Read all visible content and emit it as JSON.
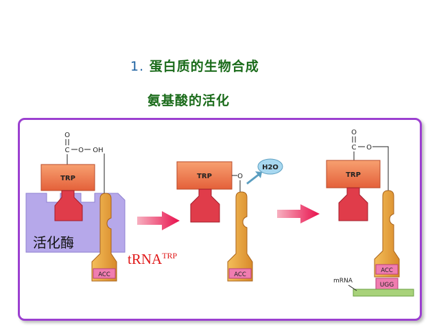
{
  "title": {
    "number": "1.",
    "text": "蛋白质的生物合成"
  },
  "subtitle": "氨基酸的活化",
  "labels": {
    "enzyme": "活化酶",
    "trna": "tRNA",
    "trna_sup": "TRP",
    "mrna": "mRNA",
    "water": "H2O",
    "trp": "TRP",
    "anticodon": "ACC",
    "codon": "UGG",
    "carbonyl_o": "O",
    "carboxyl_c": "C",
    "bond_o": "O",
    "oh": "OH"
  },
  "colors": {
    "frame": "#9b3fd0",
    "title": "#1a6b1a",
    "trp_block": "#f0794a",
    "pentagon": "#e03c4a",
    "enzyme": "#b4a6e8",
    "trna": "#e8a43a",
    "anticodon_box": "#f07db0",
    "arrow": "#e8104c",
    "mrna": "#a8d27a",
    "water_bubble": "#a8d8f0"
  }
}
